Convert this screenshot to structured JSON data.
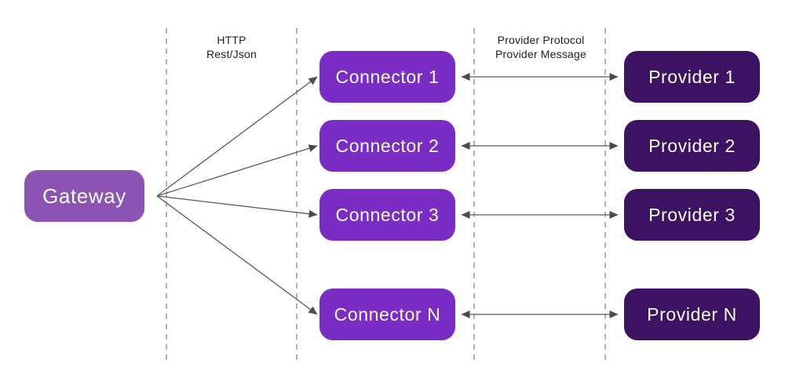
{
  "diagram": {
    "nodes": {
      "gateway": {
        "label": "Gateway"
      },
      "connectors": [
        {
          "label": "Connector 1"
        },
        {
          "label": "Connector 2"
        },
        {
          "label": "Connector 3"
        },
        {
          "label": "Connector N"
        }
      ],
      "providers": [
        {
          "label": "Provider 1"
        },
        {
          "label": "Provider 2"
        },
        {
          "label": "Provider 3"
        },
        {
          "label": "Provider N"
        }
      ]
    },
    "lane_labels": {
      "gateway_to_connector": {
        "line1": "HTTP",
        "line2": "Rest/Json"
      },
      "connector_to_provider": {
        "line1": "Provider Protocol",
        "line2": "Provider Message"
      }
    },
    "colors": {
      "background": "#ffffff",
      "gateway_fill": "#8b53b4",
      "connector_fill": "#7b2cc4",
      "provider_fill": "#3e1263",
      "node_text": "#fdfdfe",
      "arrow_line": "#5a5a5a",
      "arrow_head": "#4a4a4a",
      "guide_line": "#999999",
      "label_text": "#1f1f1f"
    }
  }
}
